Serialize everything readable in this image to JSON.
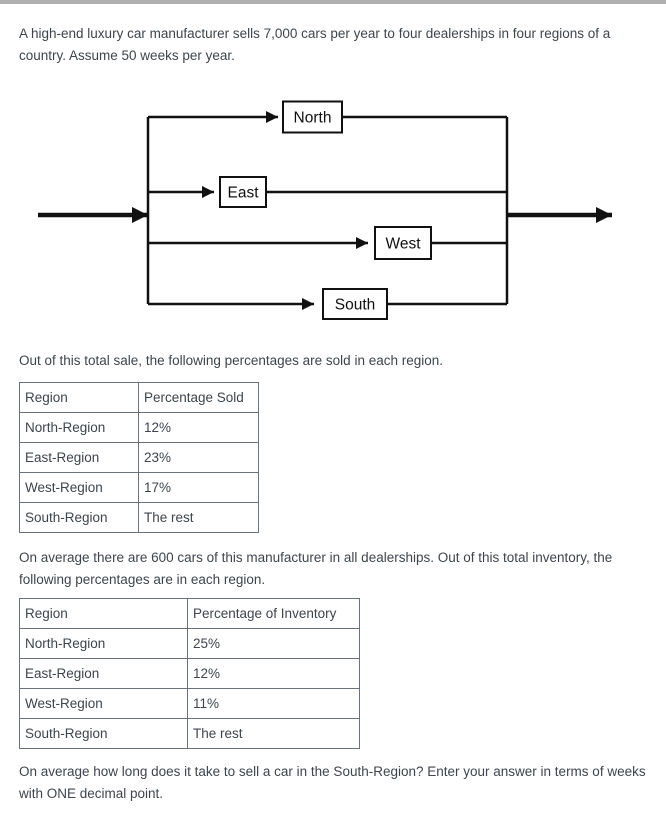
{
  "colors": {
    "top_bar": "#b0b0b0",
    "text": "#3e454c",
    "diagram_ink": "#111111",
    "table_border": "#6a737b"
  },
  "intro": {
    "text": "A high-end luxury car manufacturer sells 7,000 cars per year to four dealerships in four regions of a country. Assume 50 weeks per year."
  },
  "diagram": {
    "nodes": [
      "North",
      "East",
      "West",
      "South"
    ]
  },
  "sales_section": {
    "lead": "Out of this total sale, the following percentages are sold in each region.",
    "table": {
      "headers": [
        "Region",
        "Percentage Sold"
      ],
      "rows": [
        [
          "North-Region",
          "12%"
        ],
        [
          "East-Region",
          "23%"
        ],
        [
          "West-Region",
          "17%"
        ],
        [
          "South-Region",
          "The rest"
        ]
      ]
    }
  },
  "inventory_section": {
    "lead": "On average there are 600 cars of this manufacturer in all dealerships. Out of this total inventory, the following percentages are in each region.",
    "table": {
      "headers": [
        "Region",
        "Percentage of Inventory"
      ],
      "rows": [
        [
          "North-Region",
          "25%"
        ],
        [
          "East-Region",
          "12%"
        ],
        [
          "West-Region",
          "11%"
        ],
        [
          "South-Region",
          "The rest"
        ]
      ]
    }
  },
  "question": {
    "text": "On average how long does it take to sell a car in the South-Region? Enter your answer in terms of weeks with ONE decimal point."
  }
}
